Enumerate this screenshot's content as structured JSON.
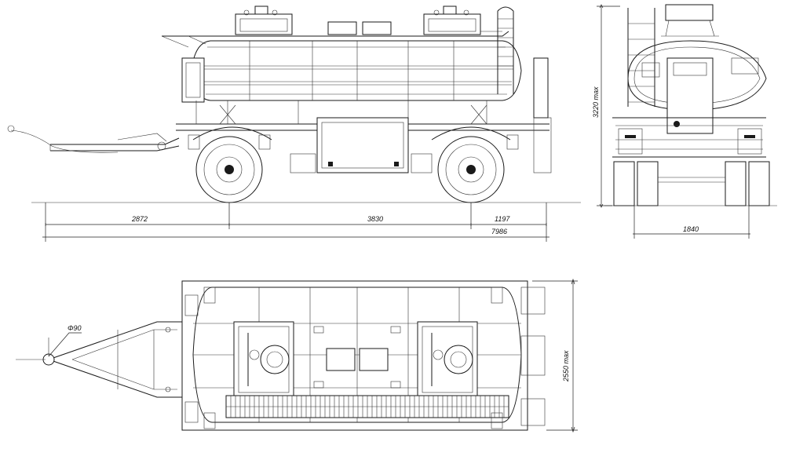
{
  "dimensions": {
    "front_overhang": "2872",
    "wheelbase": "3830",
    "rear_overhang": "1197",
    "total_length": "7986",
    "height": "3220 max",
    "track_width": "1840",
    "width": "2550 max",
    "drawbar_eye": "Φ90"
  }
}
